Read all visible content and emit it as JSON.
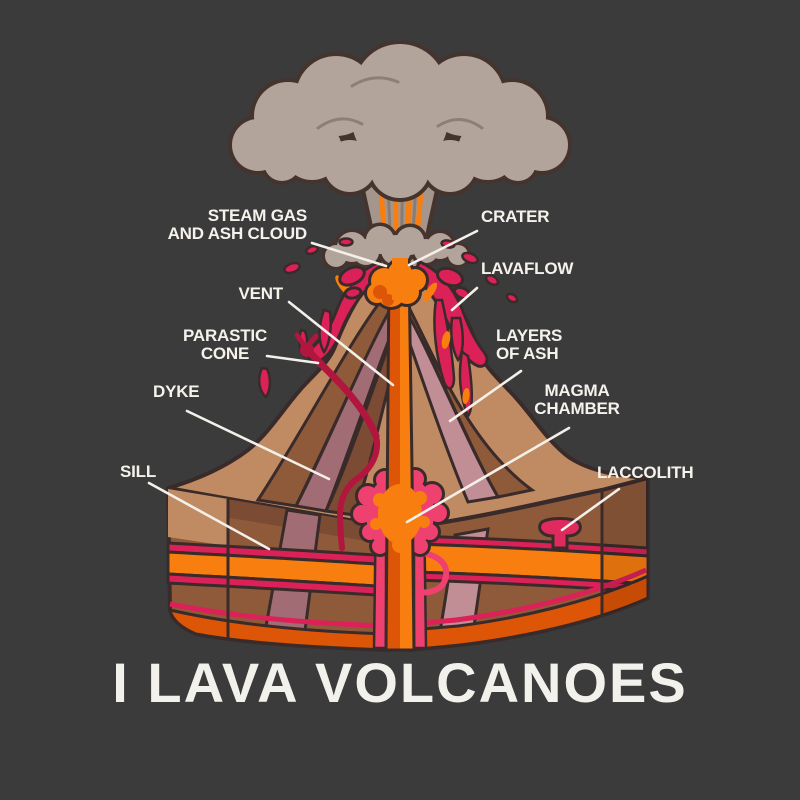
{
  "title": "I LAVA VOLCANOES",
  "labels": {
    "steam_gas_and_ash_cloud": "STEAM GAS\nAND ASH CLOUD",
    "crater": "CRATER",
    "lavaflow": "LAVAFLOW",
    "vent": "VENT",
    "parastic_cone": "PARASTIC\nCONE",
    "layers_of_ash": "LAYERS\nOF ASH",
    "dyke": "DYKE",
    "magma_chamber": "MAGMA\nCHAMBER",
    "sill": "SILL",
    "laccolith": "LACCOLITH"
  },
  "colors": {
    "background": "#3b3b3b",
    "label_text": "#f5f2ec",
    "leader_line": "#f3efe9",
    "outline": "#3a2b2b",
    "ash_cloud": "#b3a49b",
    "eruption_column": "#a4958d",
    "lava_orange": "#f87e0f",
    "lava_orange_deep": "#dd5507",
    "lava_crimson": "#db2158",
    "magma_pink": "#ef4170",
    "dyke_dark_red": "#b2163e",
    "rock_tan": "#c08b63",
    "rock_brown": "#8f5a3a",
    "rock_brown_dark": "#7b4b33",
    "rock_mauve": "#a26c74",
    "rock_mauve_light": "#c18e96"
  }
}
